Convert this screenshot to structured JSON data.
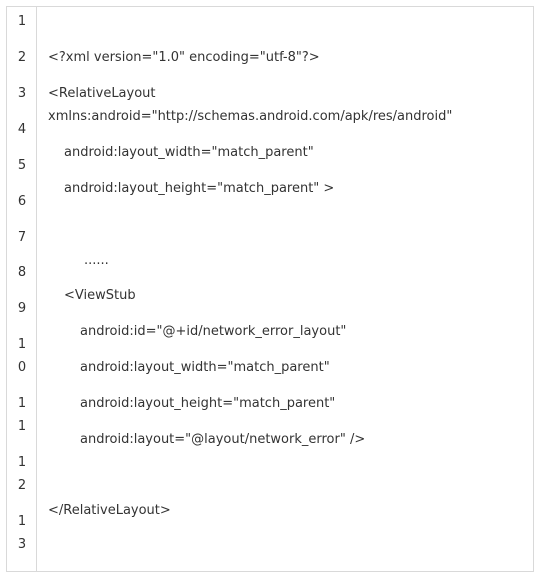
{
  "gutter": {
    "digits": [
      "1",
      "2",
      "3",
      "4",
      "5",
      "6",
      "7",
      "8",
      "9",
      "1",
      "0",
      "1",
      "1",
      "1",
      "2",
      "1",
      "3"
    ]
  },
  "code": {
    "lines": [
      "<?xml version=\"1.0\" encoding=\"utf-8\"?>",
      "<RelativeLayout",
      "xmlns:android=\"http://schemas.android.com/apk/res/android\"",
      "android:layout_width=\"match_parent\"",
      "android:layout_height=\"match_parent\" >",
      "......",
      "<ViewStub",
      "android:id=\"@+id/network_error_layout\"",
      "android:layout_width=\"match_parent\"",
      "android:layout_height=\"match_parent\"",
      "android:layout=\"@layout/network_error\" />",
      "</RelativeLayout>"
    ]
  }
}
